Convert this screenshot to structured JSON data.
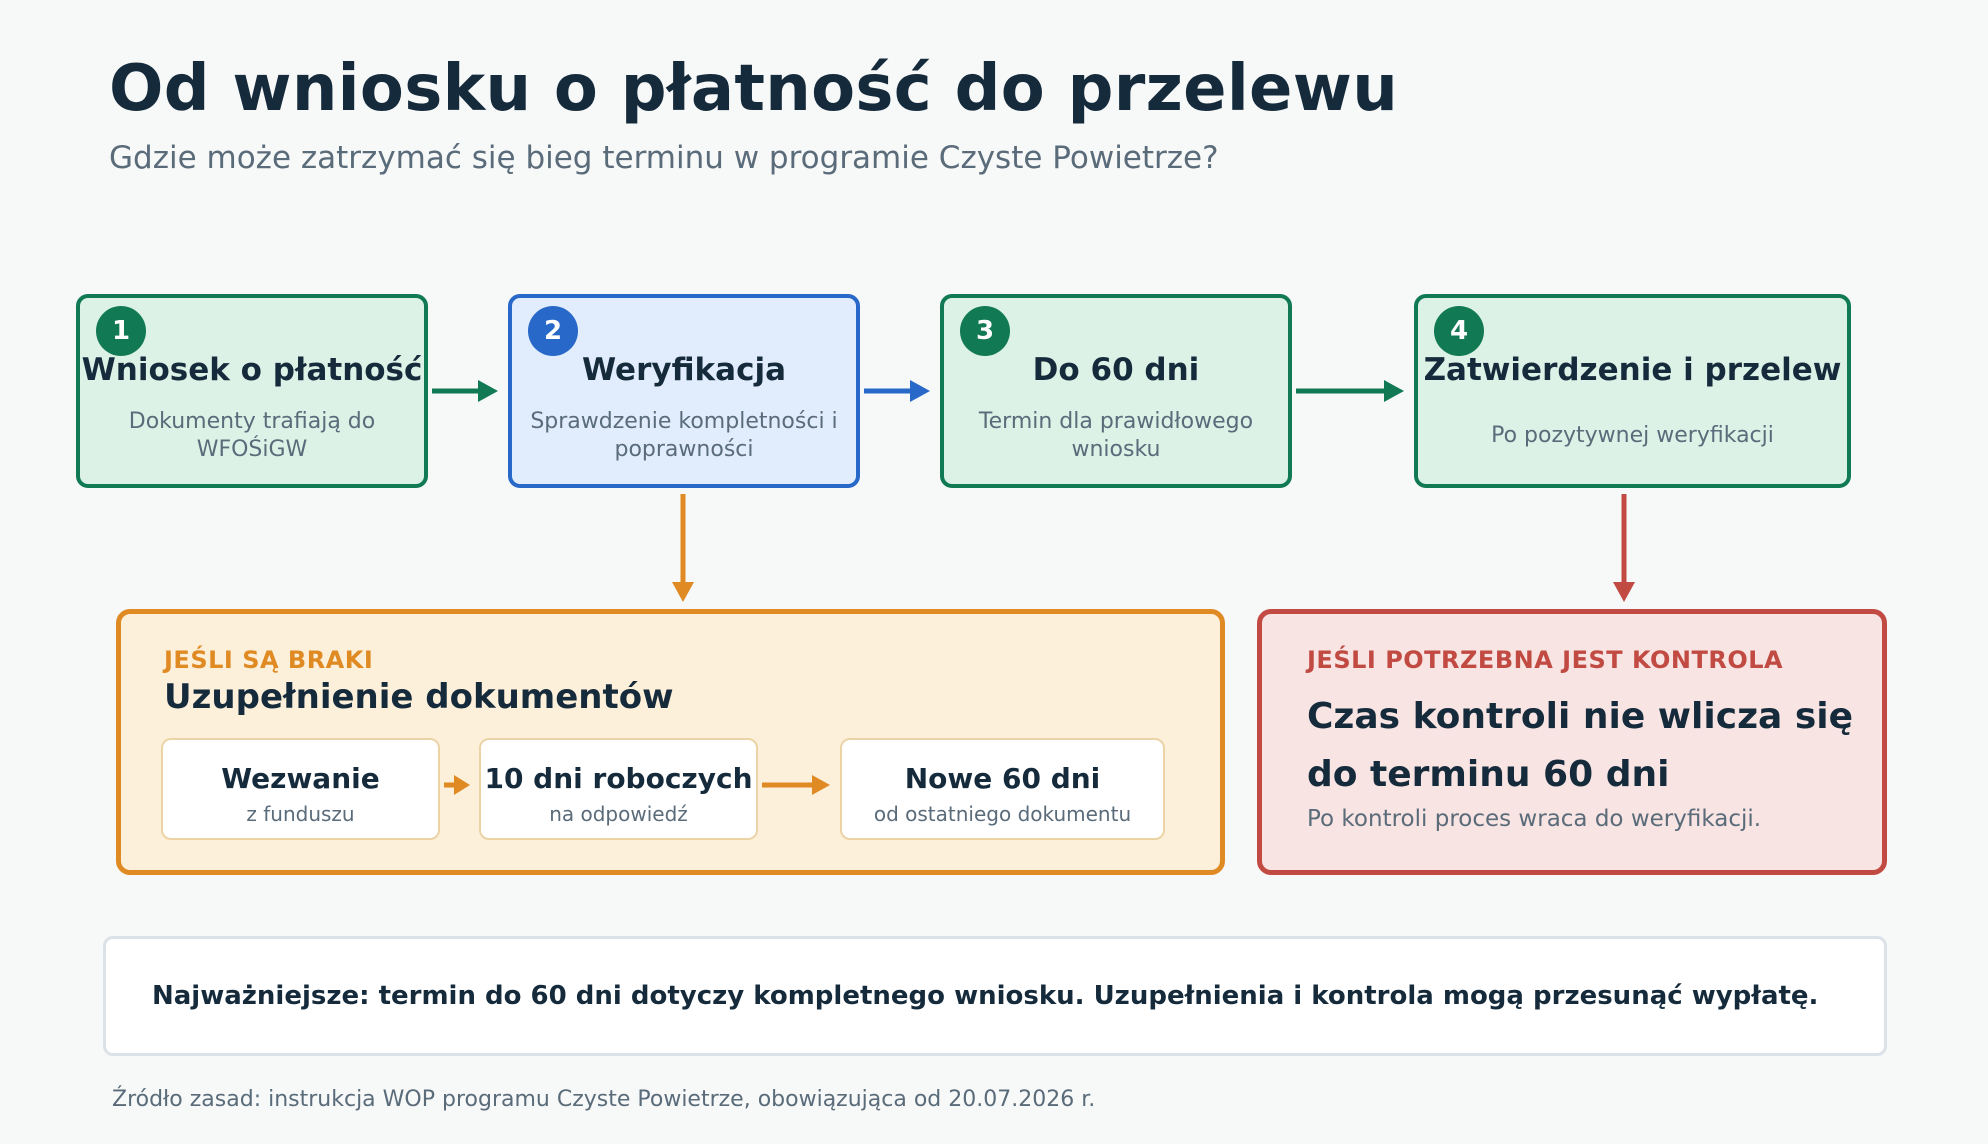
{
  "header": {
    "title": "Od wniosku o płatność do przelewu",
    "subtitle": "Gdzie może zatrzymać się bieg terminu w programie Czyste Powietrze?"
  },
  "steps": [
    {
      "number": "1",
      "title": "Wniosek o płatność",
      "desc": "Dokumenty trafiają do WFOŚiGW"
    },
    {
      "number": "2",
      "title": "Weryfikacja",
      "desc": "Sprawdzenie kompletności i poprawności"
    },
    {
      "number": "3",
      "title": "Do 60 dni",
      "desc": "Termin dla prawidłowego wniosku"
    },
    {
      "number": "4",
      "title": "Zatwierdzenie i przelew",
      "desc": "Po pozytywnej weryfikacji"
    }
  ],
  "braki": {
    "kicker": "JEŚLI SĄ BRAKI",
    "title": "Uzupełnienie dokumentów",
    "items": [
      {
        "title": "Wezwanie",
        "sub": "z funduszu"
      },
      {
        "title": "10 dni roboczych",
        "sub": "na odpowiedź"
      },
      {
        "title": "Nowe 60 dni",
        "sub": "od ostatniego dokumentu"
      }
    ]
  },
  "kontrola": {
    "kicker": "JEŚLI POTRZEBNA JEST KONTROLA",
    "title": "Czas kontroli nie wlicza się do terminu 60 dni",
    "note": "Po kontroli proces wraca do weryfikacji."
  },
  "summary": "Najważniejsze: termin do 60 dni dotyczy kompletnego wniosku. Uzupełnienia i kontrola mogą przesunąć wypłatę.",
  "source": "Źródło zasad: instrukcja WOP programu Czyste Powietrze, obowiązująca od 20.07.2026 r.",
  "colors": {
    "green": "#117a55",
    "blue": "#2768c9",
    "orange": "#df8a23",
    "red": "#c14a42",
    "navy": "#152b3c",
    "muted": "#5a6b7a"
  }
}
